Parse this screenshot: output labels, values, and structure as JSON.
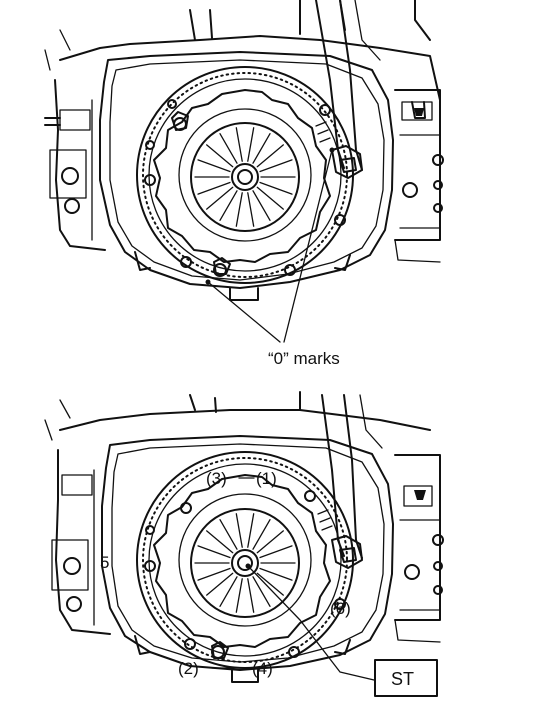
{
  "labels": {
    "o_marks": "“0”  marks",
    "st": "ST",
    "seq_1": "(1)",
    "seq_2": "(2)",
    "seq_3": "(3)",
    "seq_4": "(4)",
    "seq_5": "5",
    "seq_6": "(6)"
  },
  "colors": {
    "ink": "#111111",
    "paper": "#ffffff"
  }
}
